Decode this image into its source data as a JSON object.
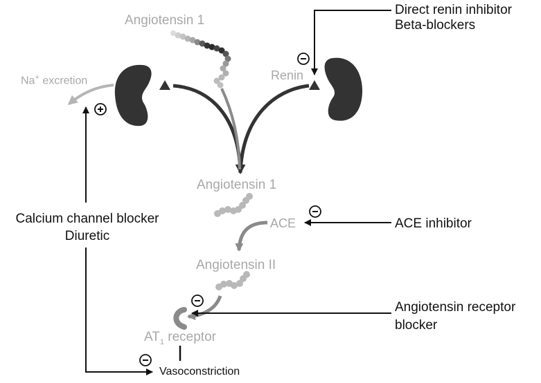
{
  "labels": {
    "angiotensin1_top": "Angiotensin 1",
    "na_excretion": "Na",
    "na_sup": "+",
    "na_excretion_rest": " excretion",
    "renin": "Renin",
    "direct_renin_line1": "Direct renin inhibitor",
    "direct_renin_line2": "Beta-blockers",
    "angiotensin1_mid": "Angiotensin 1",
    "ace": "ACE",
    "ace_inhibitor": "ACE inhibitor",
    "angiotensin2": "Angiotensin II",
    "arb_line1": "Angiotensin receptor",
    "arb_line2": "blocker",
    "at1_prefix": "AT",
    "at1_sub": "1",
    "at1_suffix": " receptor",
    "ccb_line1": "Calcium channel blocker",
    "ccb_line2": "Diuretic",
    "vasoconstriction": "Vasoconstriction"
  },
  "symbols": {
    "minus": "−",
    "plus": "+"
  },
  "icons": [
    "kidney-icon",
    "protein-chain-icon",
    "inhibition-sign-icon",
    "stimulation-sign-icon",
    "receptor-icon"
  ],
  "colors": {
    "dark": "#333333",
    "black": "#111111",
    "grey_text": "#a8a8a8",
    "grey_arrow": "#8a8a8a",
    "light_arrow": "#b5b5b5",
    "molecule": "#b8b8b8"
  }
}
